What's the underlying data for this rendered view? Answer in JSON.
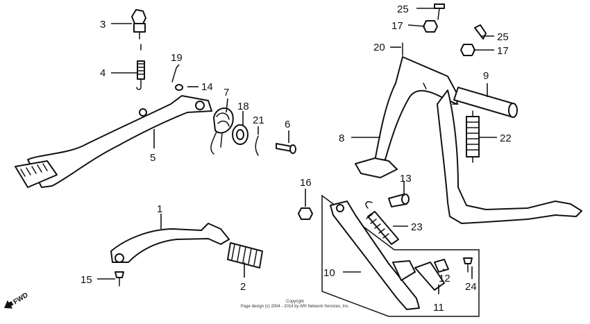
{
  "callouts": {
    "c1": "1",
    "c2": "2",
    "c3": "3",
    "c4": "4",
    "c5": "5",
    "c6": "6",
    "c7": "7",
    "c8": "8",
    "c9": "9",
    "c10": "10",
    "c11": "11",
    "c12": "12",
    "c13": "13",
    "c14": "14",
    "c15": "15",
    "c16": "16",
    "c17a": "17",
    "c17b": "17",
    "c18": "18",
    "c19": "19",
    "c20": "20",
    "c21": "21",
    "c22": "22",
    "c23": "23",
    "c24": "24",
    "c25a": "25",
    "c25b": "25"
  },
  "direction_label": "FWD",
  "copyright": {
    "line1": "Copyright",
    "line2": "Page design (c) 2004 - 2014 by ARI Network Services, Inc."
  }
}
